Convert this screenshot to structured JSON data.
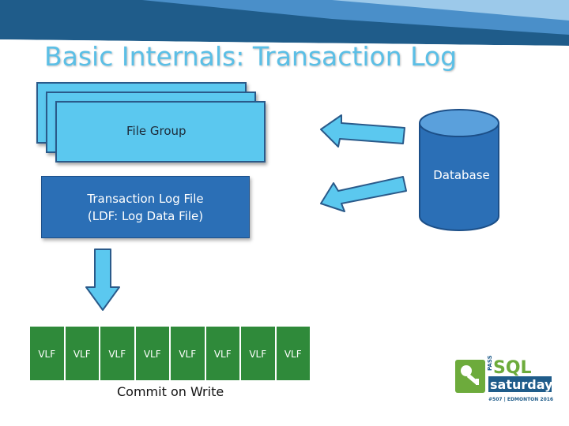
{
  "slide": {
    "title": "Basic Internals: Transaction Log"
  },
  "diagram": {
    "file_group_label": "File Group",
    "database_label": "Database",
    "transaction_log": {
      "line1": "Transaction Log File",
      "line2": "(LDF: Log Data File)"
    },
    "vlf_cells": [
      "VLF",
      "VLF",
      "VLF",
      "VLF",
      "VLF",
      "VLF",
      "VLF",
      "VLF"
    ],
    "commit_label": "Commit on Write"
  },
  "logo": {
    "pass": "PASS",
    "sql": "SQL",
    "saturday": "saturday",
    "event": "#507 | EDMONTON 2016"
  },
  "colors": {
    "title": "#5bc0e6",
    "file_group": "#5bc8ef",
    "transaction_log": "#2b6fb6",
    "database": "#2b6fb6",
    "vlf_strip": "#2f8a3a",
    "arrow_fill": "#5bc8ef",
    "logo_green": "#6dab3c",
    "logo_blue": "#1f5c8a"
  }
}
